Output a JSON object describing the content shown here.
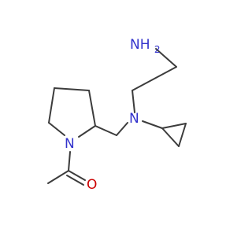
{
  "molecule": {
    "bond_color": "#3c3c3c",
    "heteroatom_colors": {
      "N": "#3333cc",
      "O": "#cc0000"
    },
    "atoms": [
      {
        "id": "nh2",
        "text": "NH2",
        "element": "N"
      },
      {
        "id": "n-amine",
        "text": "N",
        "element": "N"
      },
      {
        "id": "n-ring",
        "text": "N",
        "element": "N"
      },
      {
        "id": "o-carbonyl",
        "text": "O",
        "element": "O"
      }
    ]
  }
}
